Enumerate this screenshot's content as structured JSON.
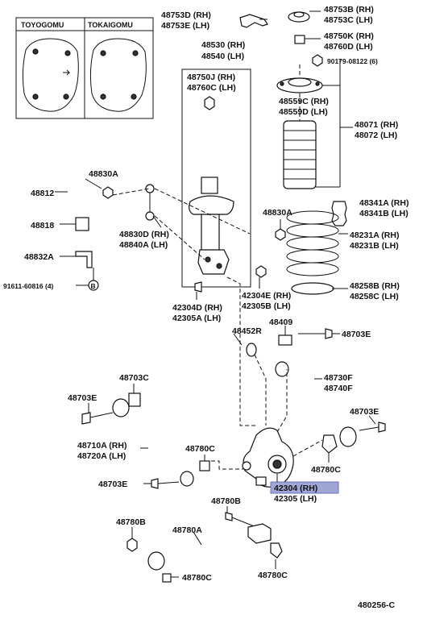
{
  "inset": {
    "left_label": "TOYOGOMU",
    "right_label": "TOKAIGOMU"
  },
  "labels": {
    "p48753d": "48753D (RH)",
    "p48753e": "48753E (LH)",
    "p48753b": "48753B (RH)",
    "p48753c": "48753C (LH)",
    "p48530": "48530 (RH)",
    "p48540": "48540 (LH)",
    "p48750k": "48750K (RH)",
    "p48760d": "48760D (LH)",
    "p90179": "90179-08122 (6)",
    "p48750j": "48750J (RH)",
    "p48760c": "48760C (LH)",
    "p48559c": "48559C (RH)",
    "p48559d": "48559D (LH)",
    "p48071": "48071 (RH)",
    "p48072": "48072 (LH)",
    "p48830a_1": "48830A",
    "p48812": "48812",
    "p48341a": "48341A (RH)",
    "p48341b": "48341B (LH)",
    "p48830a_2": "48830A",
    "p48818": "48818",
    "p48231a": "48231A (RH)",
    "p48231b": "48231B (LH)",
    "p48830d": "48830D (RH)",
    "p48840a": "48840A (LH)",
    "p48832a": "48832A",
    "p91611": "91611-60816 (4)",
    "p42304e": "42304E (RH)",
    "p42305b": "42305B (LH)",
    "p48258b": "48258B (RH)",
    "p48258c": "48258C (LH)",
    "p42304d": "42304D (RH)",
    "p42305a": "42305A (LH)",
    "p48409": "48409",
    "p48452r": "48452R",
    "p48703e_1": "48703E",
    "p48730f": "48730F",
    "p48740f": "48740F",
    "p48703c": "48703C",
    "p48703e_2": "48703E",
    "p48703e_3": "48703E",
    "p48710a": "48710A (RH)",
    "p48720a": "48720A (LH)",
    "p48780c_1": "48780C",
    "p48780c_2": "48780C",
    "p48703e_4": "48703E",
    "p42304": "42304 (RH)",
    "p42305": "42305 (LH)",
    "p48780b_1": "48780B",
    "p48780b_2": "48780B",
    "p48780a": "48780A",
    "p48780c_3": "48780C",
    "p48780c_4": "48780C",
    "diagram_code": "480256-C"
  },
  "callout_b": "B",
  "colors": {
    "highlight": "#9fa6d6",
    "line": "#111111"
  }
}
